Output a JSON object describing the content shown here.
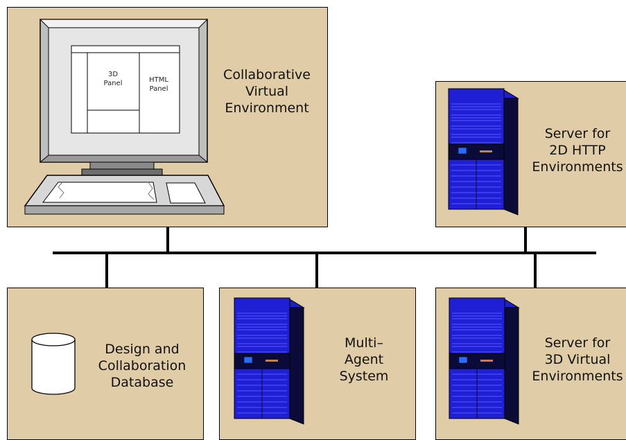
{
  "nodes": {
    "cve": {
      "lines": [
        "Collaborative",
        "Virtual",
        "Environment"
      ],
      "icon": "desktop-computer-icon"
    },
    "http_server": {
      "lines": [
        "Server for",
        "2D HTTP",
        "Environments"
      ],
      "icon": "server-tower-icon"
    },
    "database": {
      "lines": [
        "Design and",
        "Collaboration",
        "Database"
      ],
      "icon": "database-cylinder-icon"
    },
    "mas": {
      "lines": [
        "Multi–",
        "Agent",
        "System"
      ],
      "icon": "server-tower-icon"
    },
    "vr_server": {
      "lines": [
        "Server for",
        "3D Virtual",
        "Environments"
      ],
      "icon": "server-tower-icon"
    }
  },
  "screen": {
    "panel_3d": [
      "3D",
      "Panel"
    ],
    "panel_html": [
      "HTML",
      "Panel"
    ]
  },
  "colors": {
    "box_fill": "#e0cda7",
    "server_blue": "#1f1fd6",
    "server_dark": "#0b0b3a",
    "led_blue": "#2a6cff",
    "led_orange": "#e07a2a",
    "network_line": "#000000"
  }
}
